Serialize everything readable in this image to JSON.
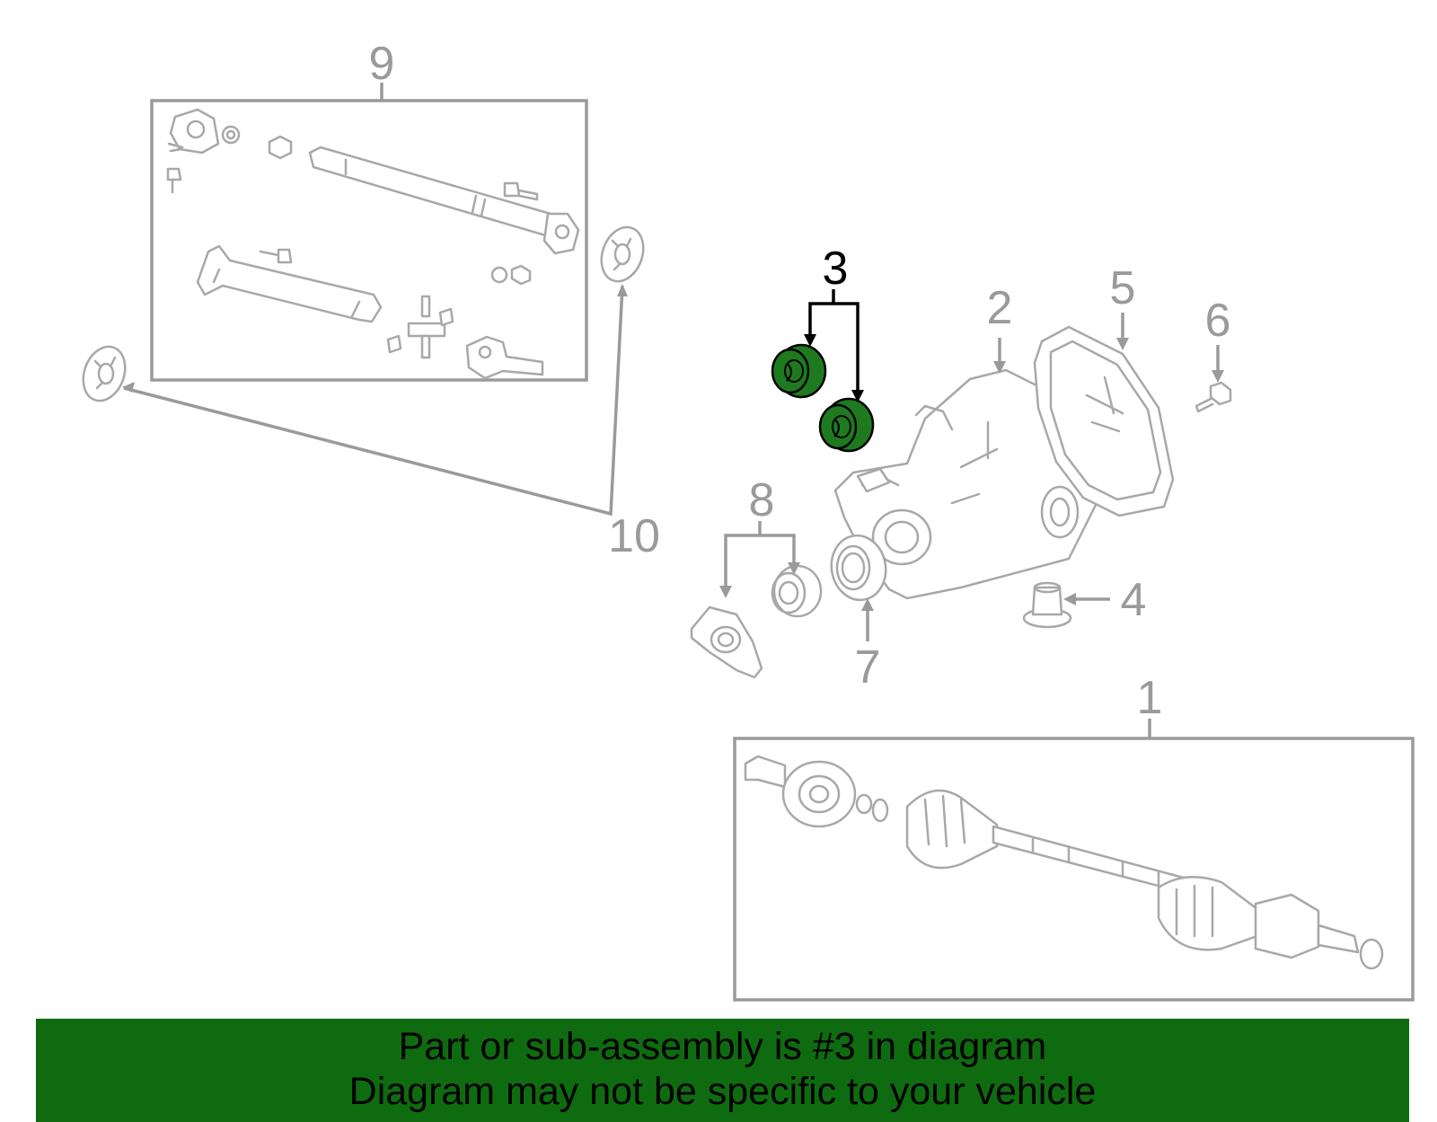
{
  "callouts": {
    "c1": "1",
    "c2": "2",
    "c3": "3",
    "c4": "4",
    "c5": "5",
    "c6": "6",
    "c7": "7",
    "c8": "8",
    "c9": "9",
    "c10": "10"
  },
  "banner": {
    "line1": "Part or sub-assembly is #3 in diagram",
    "line2": "Diagram may not be specific to your vehicle"
  },
  "colors": {
    "highlight_part": "#1f7a1f",
    "banner_background": "#0f6b0f",
    "line_art": "#a8a8a8"
  }
}
